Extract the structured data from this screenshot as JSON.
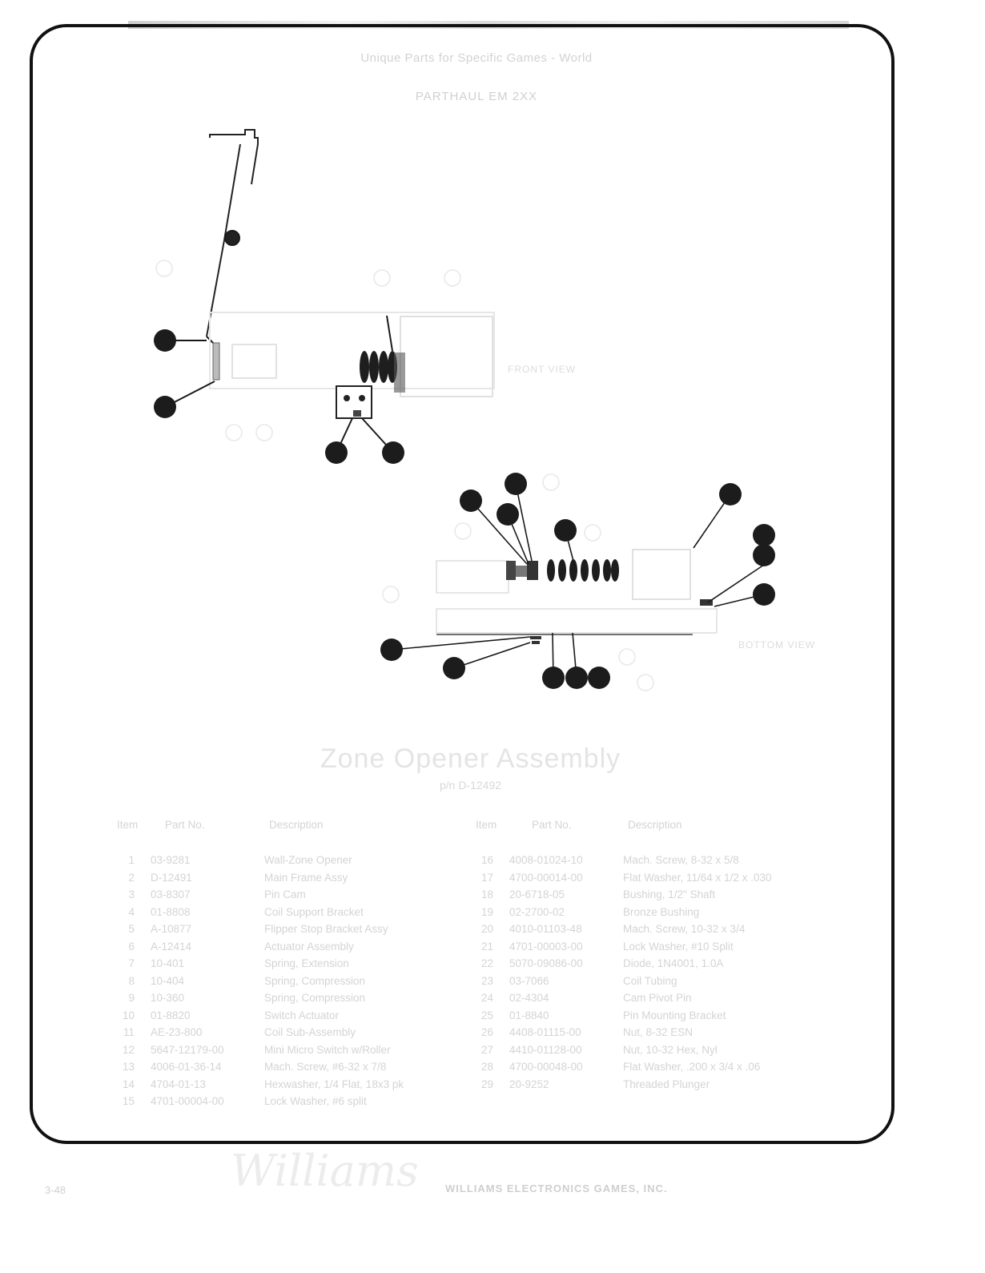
{
  "header": {
    "line1": "Unique Parts for Specific Games - World",
    "line2": "PARTHAUL EM 2XX"
  },
  "diagram": {
    "view_top_label": "FRONT VIEW",
    "view_bottom_label": "BOTTOM VIEW",
    "callout_icon": "filled-circle"
  },
  "assembly": {
    "title": "Zone Opener Assembly",
    "part_number": "p/n D-12492"
  },
  "table": {
    "headers": {
      "item": "Item",
      "part_no": "Part No.",
      "description": "Description"
    },
    "left": [
      {
        "item": "1",
        "part": "03-9281",
        "desc": "Wall-Zone Opener"
      },
      {
        "item": "2",
        "part": "D-12491",
        "desc": "Main Frame Assy"
      },
      {
        "item": "3",
        "part": "03-8307",
        "desc": "Pin Cam"
      },
      {
        "item": "4",
        "part": "01-8808",
        "desc": "Coil Support Bracket"
      },
      {
        "item": "5",
        "part": "A-10877",
        "desc": "Flipper Stop Bracket Assy"
      },
      {
        "item": "6",
        "part": "A-12414",
        "desc": "Actuator Assembly"
      },
      {
        "item": "7",
        "part": "10-401",
        "desc": "Spring, Extension"
      },
      {
        "item": "8",
        "part": "10-404",
        "desc": "Spring, Compression"
      },
      {
        "item": "9",
        "part": "10-360",
        "desc": "Spring, Compression"
      },
      {
        "item": "10",
        "part": "01-8820",
        "desc": "Switch Actuator"
      },
      {
        "item": "11",
        "part": "AE-23-800",
        "desc": "Coil Sub-Assembly"
      },
      {
        "item": "12",
        "part": "5647-12179-00",
        "desc": "Mini Micro Switch w/Roller"
      },
      {
        "item": "13",
        "part": "4006-01-36-14",
        "desc": "Mach. Screw, #6-32 x 7/8"
      },
      {
        "item": "14",
        "part": "4704-01-13",
        "desc": "Hexwasher, 1/4 Flat, 18x3 pk"
      },
      {
        "item": "15",
        "part": "4701-00004-00",
        "desc": "Lock Washer, #6 split"
      }
    ],
    "right": [
      {
        "item": "16",
        "part": "4008-01024-10",
        "desc": "Mach. Screw, 8-32 x 5/8"
      },
      {
        "item": "17",
        "part": "4700-00014-00",
        "desc": "Flat Washer, 11/64 x 1/2 x .030"
      },
      {
        "item": "18",
        "part": "20-6718-05",
        "desc": "Bushing, 1/2\" Shaft"
      },
      {
        "item": "19",
        "part": "02-2700-02",
        "desc": "Bronze Bushing"
      },
      {
        "item": "20",
        "part": "4010-01103-48",
        "desc": "Mach. Screw, 10-32 x 3/4"
      },
      {
        "item": "21",
        "part": "4701-00003-00",
        "desc": "Lock Washer, #10 Split"
      },
      {
        "item": "22",
        "part": "5070-09086-00",
        "desc": "Diode, 1N4001, 1.0A"
      },
      {
        "item": "23",
        "part": "03-7066",
        "desc": "Coil Tubing"
      },
      {
        "item": "24",
        "part": "02-4304",
        "desc": "Cam Pivot Pin"
      },
      {
        "item": "25",
        "part": "01-8840",
        "desc": "Pin Mounting Bracket"
      },
      {
        "item": "26",
        "part": "4408-01115-00",
        "desc": "Nut, 8-32 ESN"
      },
      {
        "item": "27",
        "part": "4410-01128-00",
        "desc": "Nut, 10-32 Hex, Nyl"
      },
      {
        "item": "28",
        "part": "4700-00048-00",
        "desc": "Flat Washer, .200 x 3/4 x .06"
      },
      {
        "item": "29",
        "part": "20-9252",
        "desc": "Threaded Plunger"
      }
    ]
  },
  "footer": {
    "page": "3-48",
    "logo": "Williams",
    "company": "WILLIAMS ELECTRONICS GAMES, INC."
  }
}
